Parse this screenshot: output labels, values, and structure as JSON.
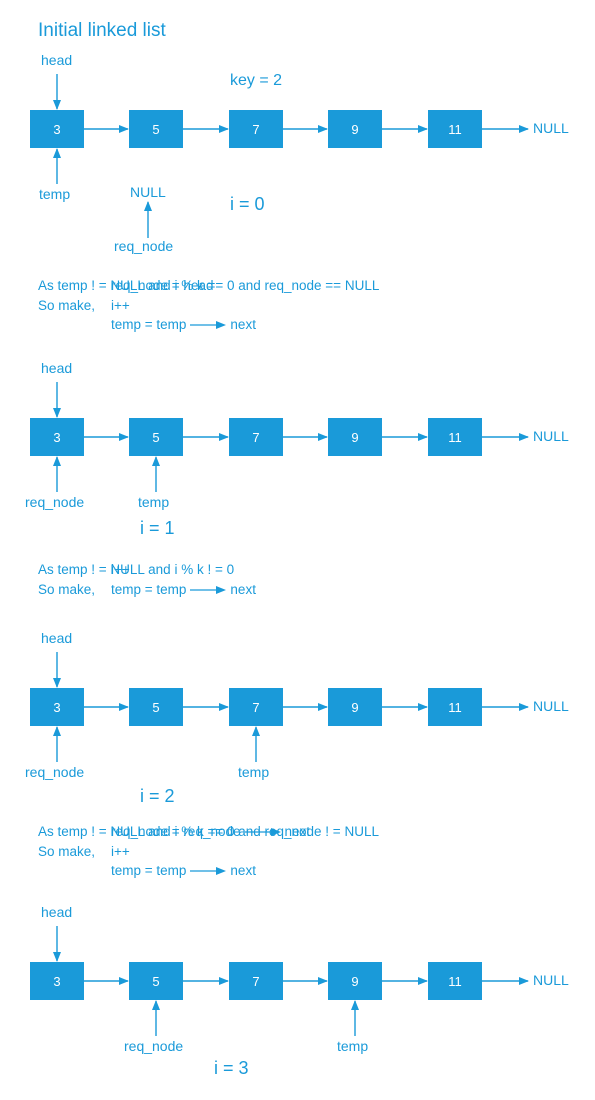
{
  "title": "Initial linked list",
  "key_label": "key  =  2",
  "colors": {
    "accent": "#1a9ad9",
    "node_text": "#ffffff",
    "background": "#ffffff"
  },
  "node_values": [
    "3",
    "5",
    "7",
    "9",
    "11"
  ],
  "null_label": "NULL",
  "pointer_labels": {
    "head": "head",
    "temp": "temp",
    "req_node": "req_node"
  },
  "steps": [
    {
      "req_node_index": null,
      "temp_index": 0,
      "i_label": "i  =  0",
      "condition": "As temp ! = NULL   and   i % k == 0   and   req_node == NULL",
      "so_make": "So make,",
      "actions": [
        "req_node  =  head",
        "i++"
      ],
      "advance_prefix": "temp = temp",
      "advance_suffix": "next"
    },
    {
      "req_node_index": 0,
      "temp_index": 1,
      "i_label": "i  =  1",
      "condition": "As temp ! = NULL   and   i % k ! = 0",
      "so_make": "So make,",
      "actions": [
        "i++"
      ],
      "advance_prefix": "temp = temp",
      "advance_suffix": "next"
    },
    {
      "req_node_index": 0,
      "temp_index": 2,
      "i_label": "i  =  2",
      "condition": "As temp ! = NULL   and   i % k == 0   and   req_node ! = NULL",
      "so_make": "So make,",
      "actions": [
        "i++"
      ],
      "req_advance_prefix": "req_node  =  req_node",
      "req_advance_suffix": "next",
      "advance_prefix": "temp = temp",
      "advance_suffix": "next"
    },
    {
      "req_node_index": 1,
      "temp_index": 3,
      "i_label": "i  =  3"
    }
  ]
}
